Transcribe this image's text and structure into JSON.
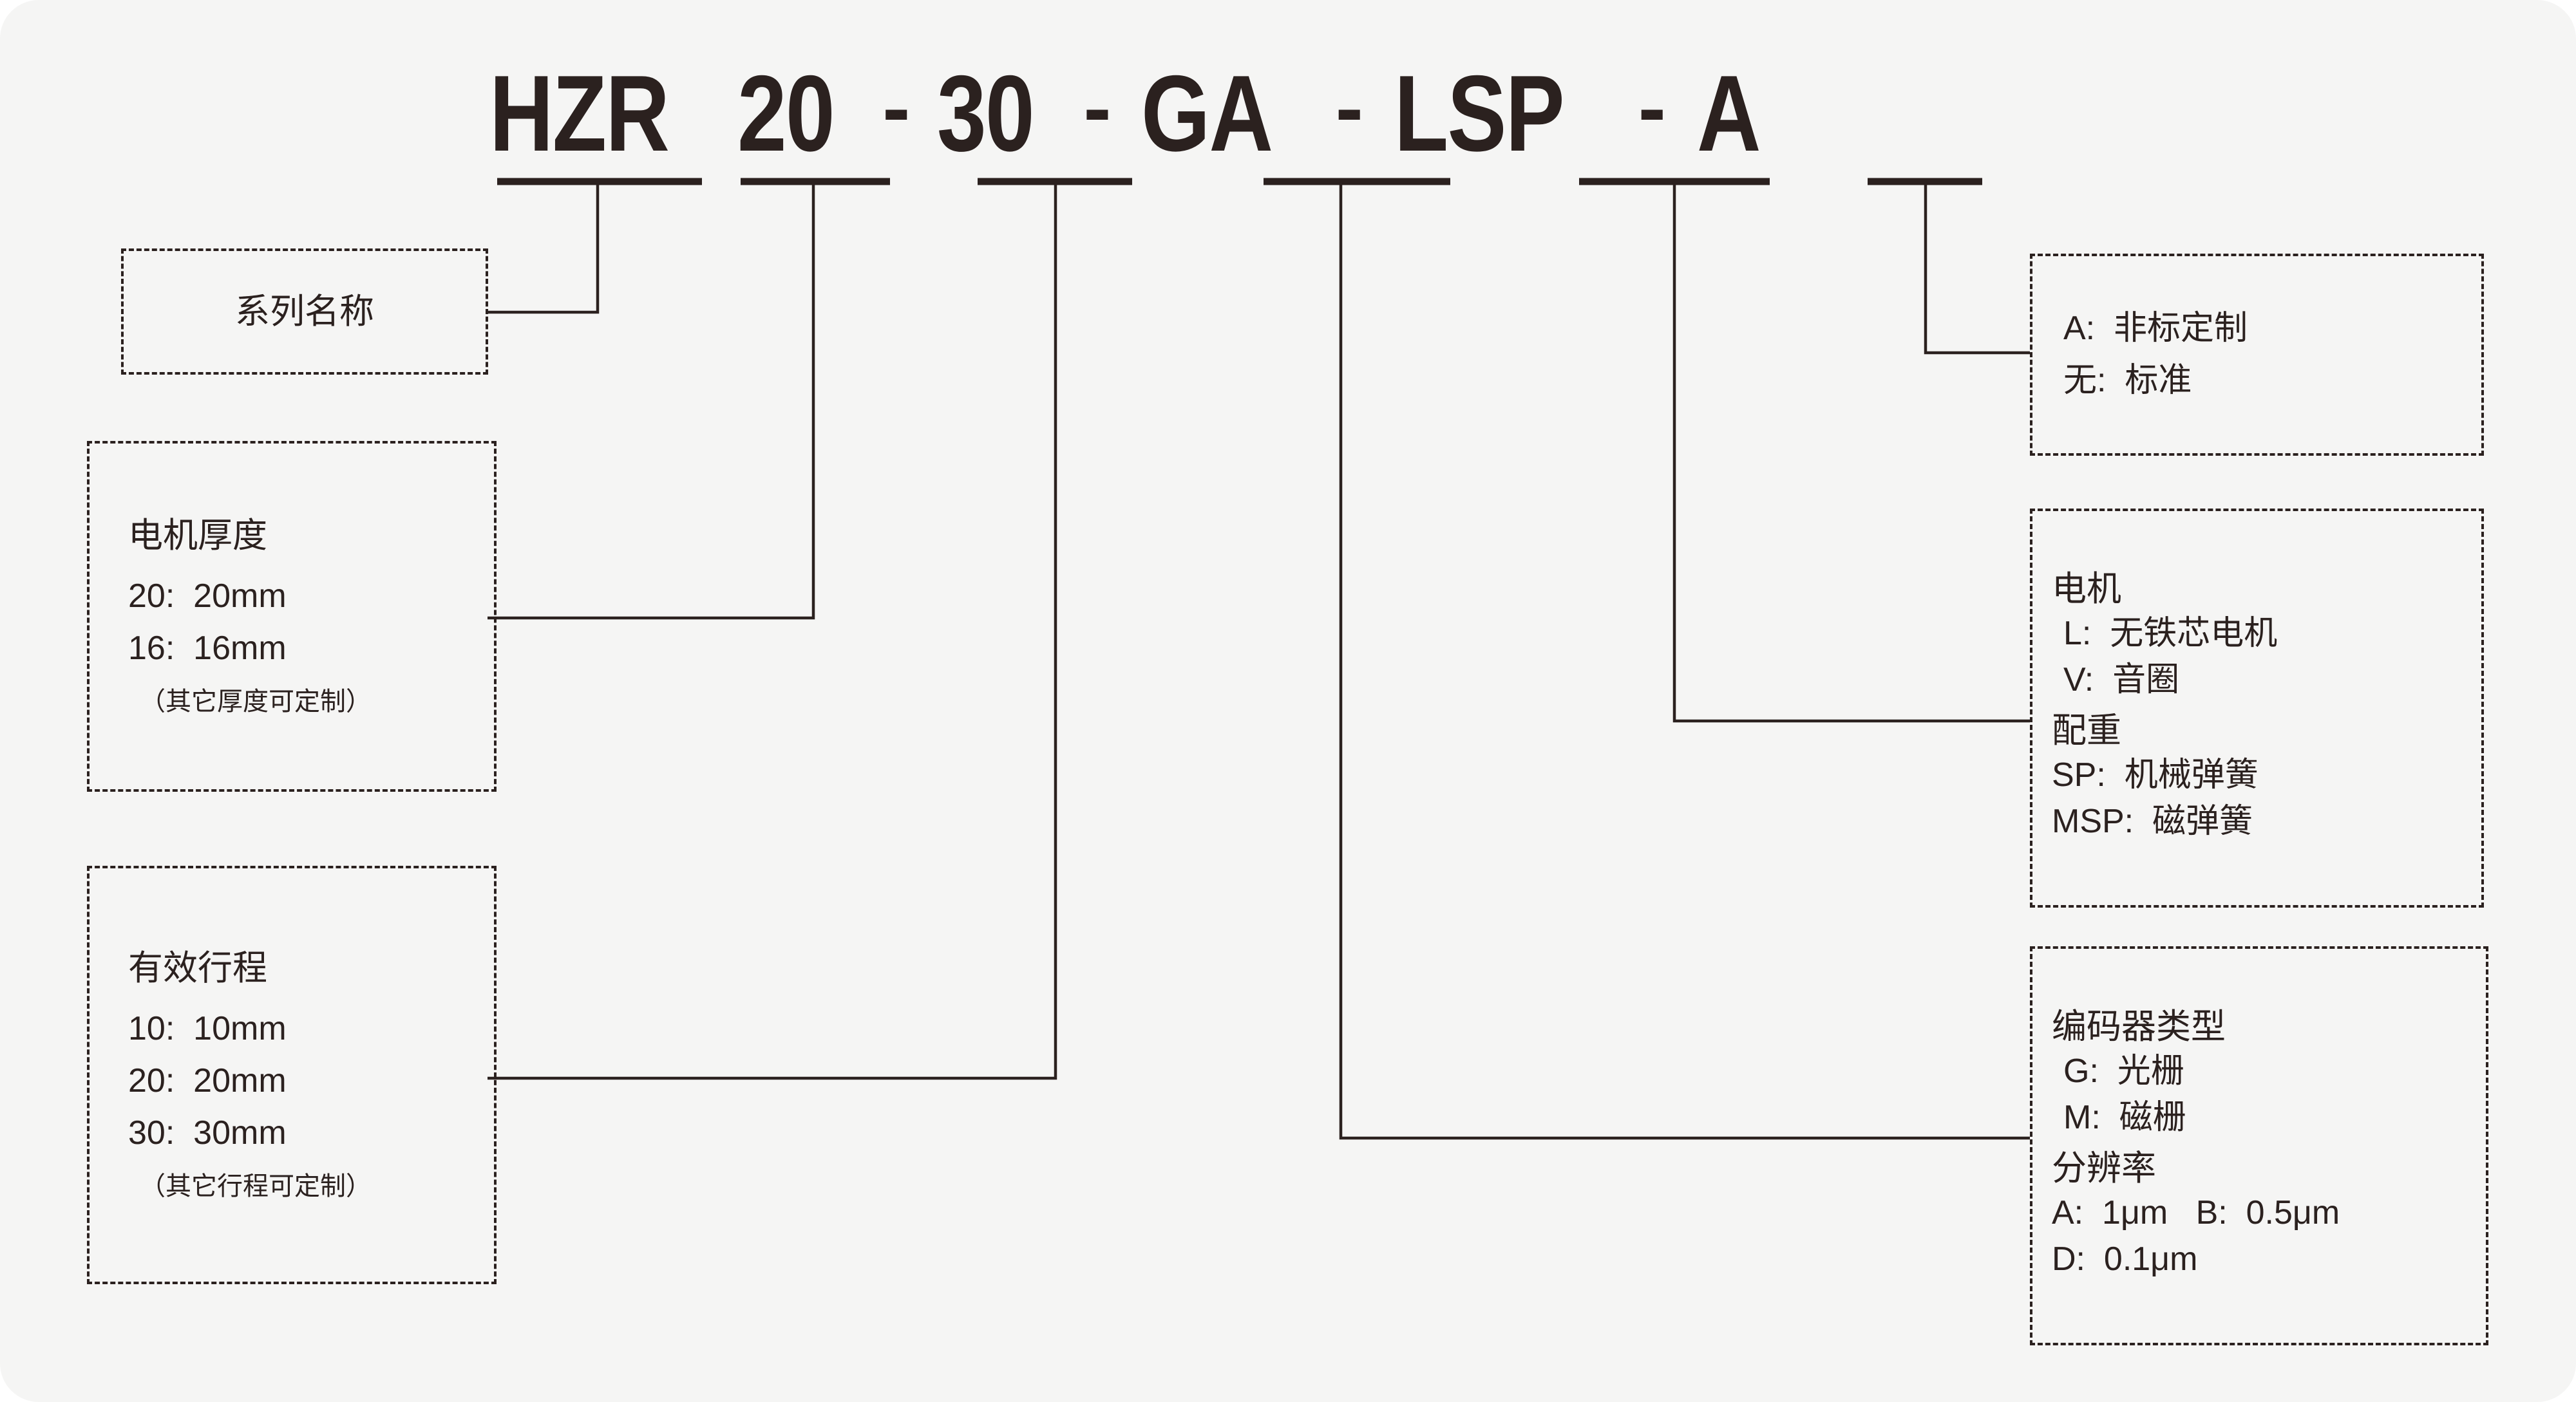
{
  "title": {
    "segments": [
      {
        "text": "HZR",
        "type": "code"
      },
      {
        "text": "20",
        "type": "code"
      },
      {
        "text": "-",
        "type": "dash"
      },
      {
        "text": "30",
        "type": "code"
      },
      {
        "text": "-",
        "type": "dash"
      },
      {
        "text": "GA",
        "type": "code"
      },
      {
        "text": "-",
        "type": "dash"
      },
      {
        "text": "LSP",
        "type": "code"
      },
      {
        "text": "-",
        "type": "dash"
      },
      {
        "text": "A",
        "type": "code"
      }
    ],
    "full_code": "HZR 20 - 30 - GA - LSP - A"
  },
  "left_boxes": {
    "series": {
      "title": "系列名称"
    },
    "motor_thickness": {
      "title": "电机厚度",
      "options": [
        "20:  20mm",
        "16:  16mm"
      ],
      "note": "（其它厚度可定制）"
    },
    "effective_stroke": {
      "title": "有效行程",
      "options": [
        "10:  10mm",
        "20:  20mm",
        "30:  30mm"
      ],
      "note": "（其它行程可定制）"
    }
  },
  "right_boxes": {
    "custom": {
      "options": [
        "A:  非标定制",
        "无:  标准"
      ]
    },
    "motor_and_counterweight": {
      "motor_title": "电机",
      "motor_options": [
        "L:  无铁芯电机",
        "V:  音圈"
      ],
      "counterweight_title": "配重",
      "counterweight_options": [
        "SP:  机械弹簧",
        "MSP:  磁弹簧"
      ]
    },
    "encoder": {
      "encoder_title": "编码器类型",
      "encoder_options": [
        "G:  光栅",
        "M:  磁栅"
      ],
      "resolution_title": "分辨率",
      "resolution_options": [
        "A:  1μm   B:  0.5μm",
        "D:  0.1μm"
      ]
    }
  },
  "colors": {
    "ink": "#2b211f",
    "background": "#f5f5f4"
  }
}
